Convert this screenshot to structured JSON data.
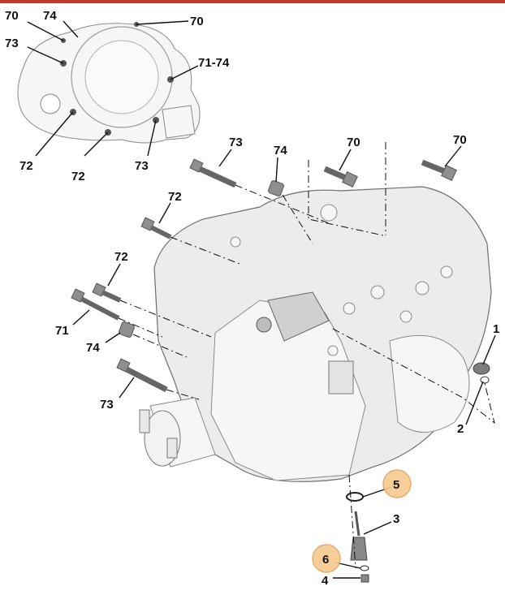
{
  "colors": {
    "top_bar": "#c0392b",
    "highlight": "#f6c98f",
    "highlight_ring": "#e7a25d"
  },
  "callouts": {
    "inset_70_left": "70",
    "inset_74": "74",
    "inset_70_right": "70",
    "inset_73_left": "73",
    "inset_71_74": "71-74",
    "inset_72_left": "72",
    "inset_72_mid": "72",
    "inset_73_bottom": "73",
    "main_73_top": "73",
    "main_74_top": "74",
    "main_70_mid": "70",
    "main_70_right": "70",
    "main_72_upper": "72",
    "main_72_lower": "72",
    "main_71": "71",
    "main_74_left": "74",
    "main_73_left": "73",
    "part_1": "1",
    "part_2": "2",
    "part_5": "5",
    "part_3": "3",
    "part_6": "6",
    "part_4": "4"
  }
}
